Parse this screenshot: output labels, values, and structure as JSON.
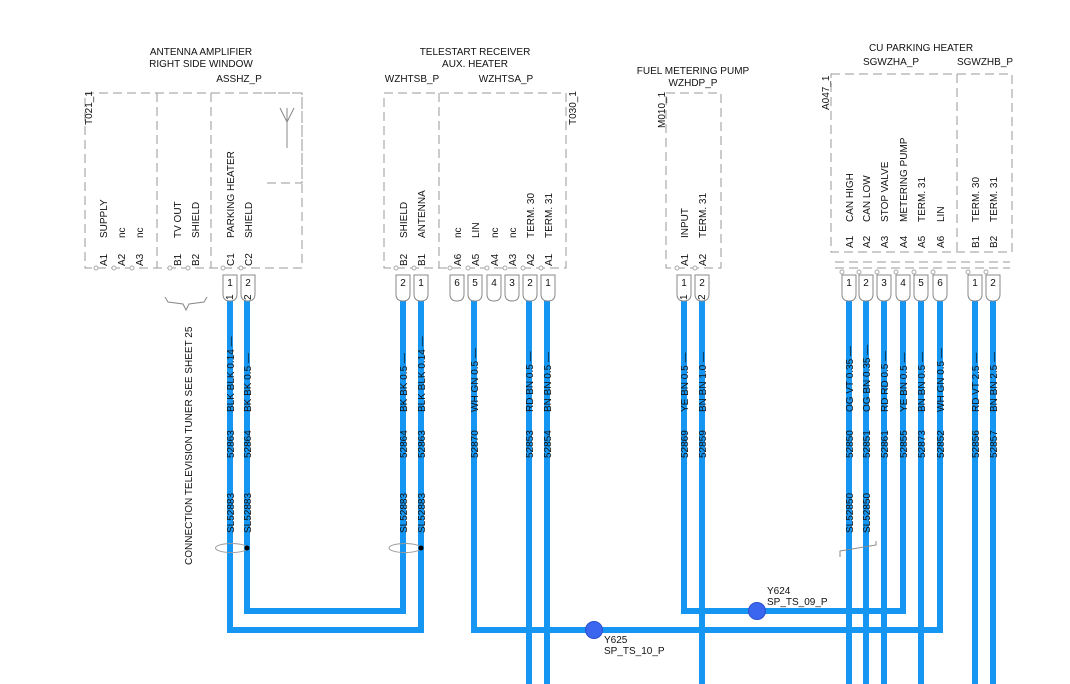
{
  "components": [
    {
      "ref": "T021_1",
      "title": [
        "ANTENNA AMPLIFIER",
        "RIGHT SIDE WINDOW"
      ],
      "connectors": [
        "ASSHZ_P"
      ],
      "pins": [
        {
          "id": "A1",
          "name": "SUPPLY"
        },
        {
          "id": "A2",
          "name": "nc"
        },
        {
          "id": "A3",
          "name": "nc"
        },
        {
          "id": "B1",
          "name": "TV OUT"
        },
        {
          "id": "B2",
          "name": "SHIELD"
        },
        {
          "id": "C1",
          "name": "PARKING HEATER",
          "cavity": "1"
        },
        {
          "id": "C2",
          "name": "SHIELD",
          "cavity": "2"
        }
      ]
    },
    {
      "ref": "T030_1",
      "title": [
        "TELESTART RECEIVER",
        "AUX. HEATER"
      ],
      "connectors": [
        "WZHTSB_P",
        "WZHTSA_P"
      ],
      "pins": [
        {
          "id": "B2",
          "name": "SHIELD",
          "cavity": "2"
        },
        {
          "id": "B1",
          "name": "ANTENNA",
          "cavity": "1"
        },
        {
          "id": "A6",
          "name": "nc",
          "cavity": "6"
        },
        {
          "id": "A5",
          "name": "LIN",
          "cavity": "5"
        },
        {
          "id": "A4",
          "name": "nc",
          "cavity": "4"
        },
        {
          "id": "A3",
          "name": "nc",
          "cavity": "3"
        },
        {
          "id": "A2",
          "name": "TERM. 30",
          "cavity": "2"
        },
        {
          "id": "A1",
          "name": "TERM. 31",
          "cavity": "1"
        }
      ]
    },
    {
      "ref": "M010_1",
      "title": [
        "FUEL METERING PUMP"
      ],
      "connectors": [
        "WZHDP_P"
      ],
      "pins": [
        {
          "id": "A1",
          "name": "INPUT",
          "cavity": "1"
        },
        {
          "id": "A2",
          "name": "TERM. 31",
          "cavity": "2"
        }
      ]
    },
    {
      "ref": "A047_1",
      "title": [
        "CU PARKING HEATER"
      ],
      "connectors": [
        "SGWZHA_P",
        "SGWZHB_P"
      ],
      "pins": [
        {
          "id": "A1",
          "name": "CAN HIGH",
          "cavity": "1"
        },
        {
          "id": "A2",
          "name": "CAN LOW",
          "cavity": "2"
        },
        {
          "id": "A3",
          "name": "STOP VALVE",
          "cavity": "3"
        },
        {
          "id": "A4",
          "name": "METERING PUMP",
          "cavity": "4"
        },
        {
          "id": "A5",
          "name": "TERM. 31",
          "cavity": "5"
        },
        {
          "id": "A6",
          "name": "LIN",
          "cavity": "6"
        },
        {
          "id": "B1",
          "name": "TERM. 30",
          "cavity": "1"
        },
        {
          "id": "B2",
          "name": "TERM. 31",
          "cavity": "2"
        }
      ]
    }
  ],
  "wires": [
    {
      "spec": "BLK BLK 0.14",
      "number": "52863",
      "shield": "SL52883"
    },
    {
      "spec": "BK BK 0.5",
      "number": "52864",
      "shield": "SL52883"
    },
    {
      "spec": "BK BK 0.5",
      "number": "52864",
      "shield": "SL52883"
    },
    {
      "spec": "BLK BLK 0.14",
      "number": "52863",
      "shield": "SL52883"
    },
    {
      "spec": "WH GN 0.5",
      "number": "52870"
    },
    {
      "spec": "RD BN 0.5",
      "number": "52853"
    },
    {
      "spec": "BN BN 0.5",
      "number": "52854"
    },
    {
      "spec": "YE BN 0.5",
      "number": "52869"
    },
    {
      "spec": "BN BN 1.0",
      "number": "52859"
    },
    {
      "spec": "OG VT 0.35",
      "number": "52850",
      "shield": "SL52850"
    },
    {
      "spec": "OG BN 0.35",
      "number": "52851",
      "shield": "SL52850"
    },
    {
      "spec": "RD RD 0.5",
      "number": "52861"
    },
    {
      "spec": "YE BN 0.5",
      "number": "52855"
    },
    {
      "spec": "BN BN 0.5",
      "number": "52873"
    },
    {
      "spec": "WH GN 0.5",
      "number": "52852"
    },
    {
      "spec": "RD VT 2.5",
      "number": "52856"
    },
    {
      "spec": "BN BN 2.5",
      "number": "52857"
    }
  ],
  "splices": [
    {
      "id": "Y625",
      "name": "SP_TS_10_P"
    },
    {
      "id": "Y624",
      "name": "SP_TS_09_P"
    }
  ],
  "note": "CONNECTION TELEVISION TUNER SEE SHEET 25",
  "colors": {
    "wire": "#1596f2",
    "splice": "#3a66f0"
  }
}
